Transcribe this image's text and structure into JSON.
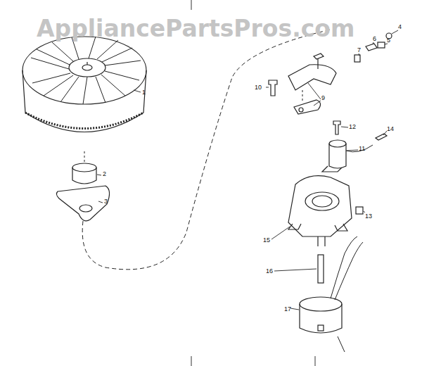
{
  "diagram": {
    "labels": [
      "AppliancePartsPros.com",
      "1",
      "2",
      "3",
      "4",
      "5",
      "6",
      "7",
      "9",
      "10",
      "11",
      "12",
      "13",
      "14",
      "15",
      "16",
      "17"
    ]
  }
}
